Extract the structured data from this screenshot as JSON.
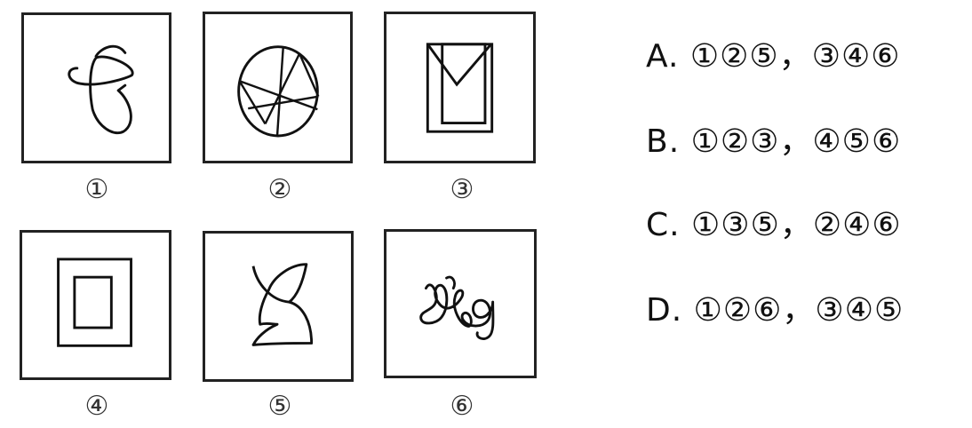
{
  "figures": [
    {
      "label": "①",
      "icon": "loopy-curve-figure"
    },
    {
      "label": "②",
      "icon": "circle-with-star-lines-figure"
    },
    {
      "label": "③",
      "icon": "nested-rectangles-v-figure"
    },
    {
      "label": "④",
      "icon": "concentric-rectangles-figure"
    },
    {
      "label": "⑤",
      "icon": "curved-horn-shape-figure"
    },
    {
      "label": "⑥",
      "icon": "tangled-scribble-figure"
    }
  ],
  "options": [
    {
      "text": "A. ①②⑤，③④⑥"
    },
    {
      "text": "B. ①②③，④⑤⑥"
    },
    {
      "text": "C. ①③⑤，②④⑥"
    },
    {
      "text": "D. ①②⑥，③④⑤"
    }
  ]
}
